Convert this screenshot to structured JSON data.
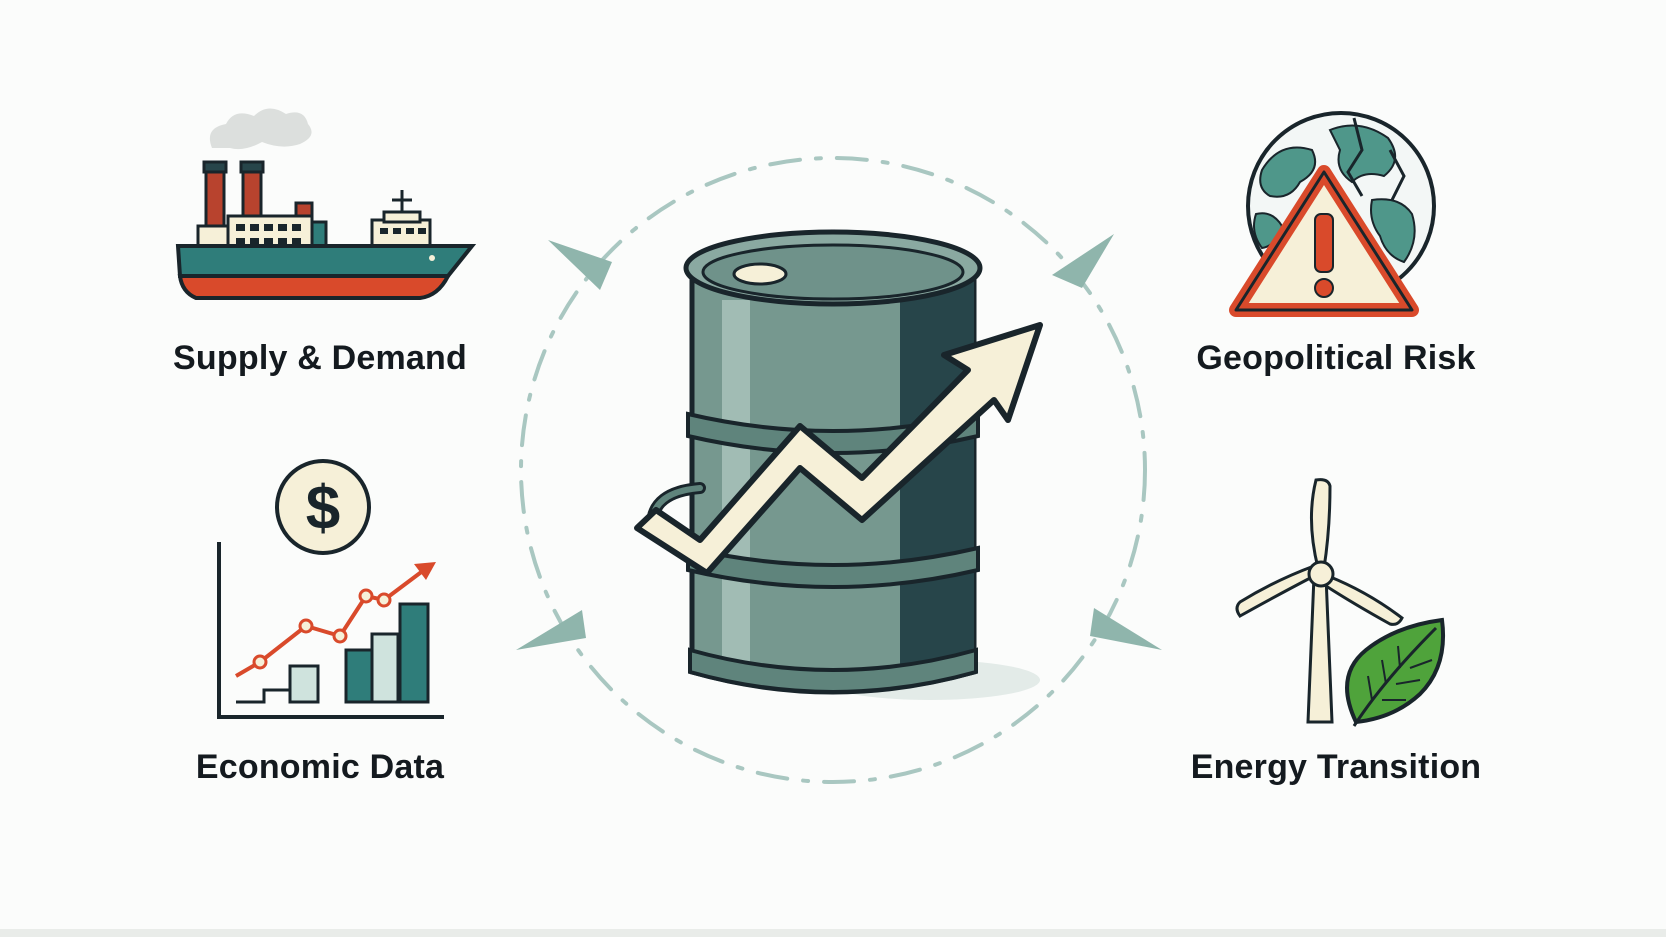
{
  "labels": {
    "supply_demand": "Supply & Demand",
    "geopolitical_risk": "Geopolitical Risk",
    "economic_data": "Economic Data",
    "energy_transition": "Energy Transition"
  },
  "icons": {
    "top_left": "cargo-ship-icon",
    "top_right": "globe-warning-icon",
    "bottom_left": "economic-chart-icon",
    "bottom_right": "wind-turbine-leaf-icon",
    "center": "oil-barrel-rising-arrow-icon"
  },
  "colors": {
    "barrel": "#76988f",
    "teal": "#2f7d7a",
    "red": "#d94a2b",
    "cream": "#f6f0d8",
    "outline": "#19252b",
    "cycle": "#a9c7c1",
    "leaf": "#4fa33b"
  }
}
